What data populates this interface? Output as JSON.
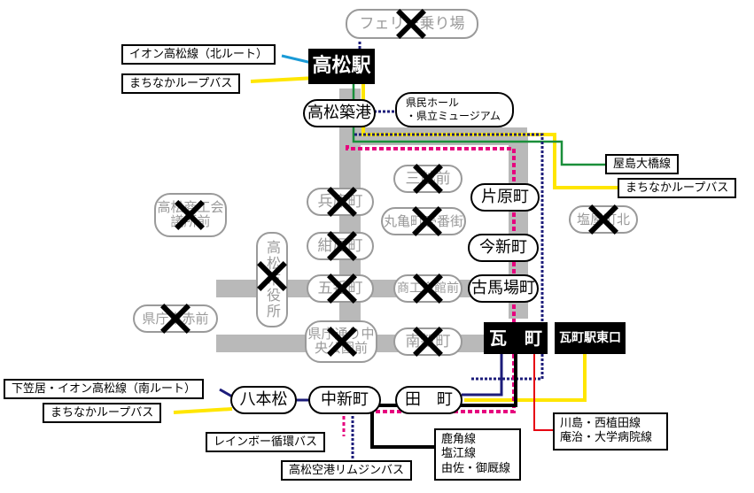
{
  "routes": [
    {
      "name": "イオン高松線（北ルート）",
      "color": "#1a9ad6"
    },
    {
      "name": "まちなかループバス",
      "color": "#ffe600"
    },
    {
      "name": "屋島大橋線",
      "color": "#1a8f3a"
    },
    {
      "name": "下笠居・イオン高松線（南ルート）",
      "color": "#1c1c7a"
    },
    {
      "name": "レインボー循環バス",
      "color": "#e6007e"
    },
    {
      "name": "高松空港リムジンバス",
      "color": "#1c1c7a"
    },
    {
      "name": "川島・西植田線\n庵治・大学病院線",
      "color": "#e60012"
    },
    {
      "name": "鹿角線\n塩江線\n由佐・御厩線",
      "color": "#000000"
    }
  ],
  "route_labels": {
    "aeon_north": "イオン高松線（北ルート）",
    "loop_nw": "まちなかループバス",
    "yashima": "屋島大橋線",
    "loop_ne": "まちなかループバス",
    "shimokasai": "下笠居・イオン高松線（南ルート）",
    "loop_sw": "まちなかループバス",
    "rainbow": "レインボー循環バス",
    "airport": "高松空港リムジンバス",
    "kawashima": "川島・西植田線\n庵治・大学病院線",
    "kazuno": "鹿角線\n塩江線\n由佐・御厩線"
  },
  "stations": {
    "takamatsu": "高松駅",
    "kawaramachi": "瓦　町",
    "kawaramachi_east": "瓦町駅東口"
  },
  "active_stops": {
    "chikko": "高松築港",
    "katahara": "片原町",
    "imashinmachi": "今新町",
    "furubabacho": "古馬場町",
    "hachihonmatsu": "八本松",
    "nakashinmachi": "中新町",
    "denmachi": "田　町"
  },
  "closed_stops": {
    "ferry": "フェリー乗り場",
    "hyogomachi": "兵庫町",
    "konyamachi": "紺屋町",
    "gobancho": "五番町",
    "shiyakusho": "高松市役所",
    "kencho": "県庁通り中央公園前",
    "mitsukoshi": "三越前",
    "marugame": "丸亀町壱番街",
    "shoko": "商工会館前",
    "minami": "南新町",
    "kaigisho": "高松商工会議所前",
    "kenchohigashi": "県庁東赤前",
    "shiohigashi": "塩屋町北"
  },
  "landmark": "県民ホール\n・県立ミュージアム",
  "legend": {
    "closed_mark": "×"
  }
}
